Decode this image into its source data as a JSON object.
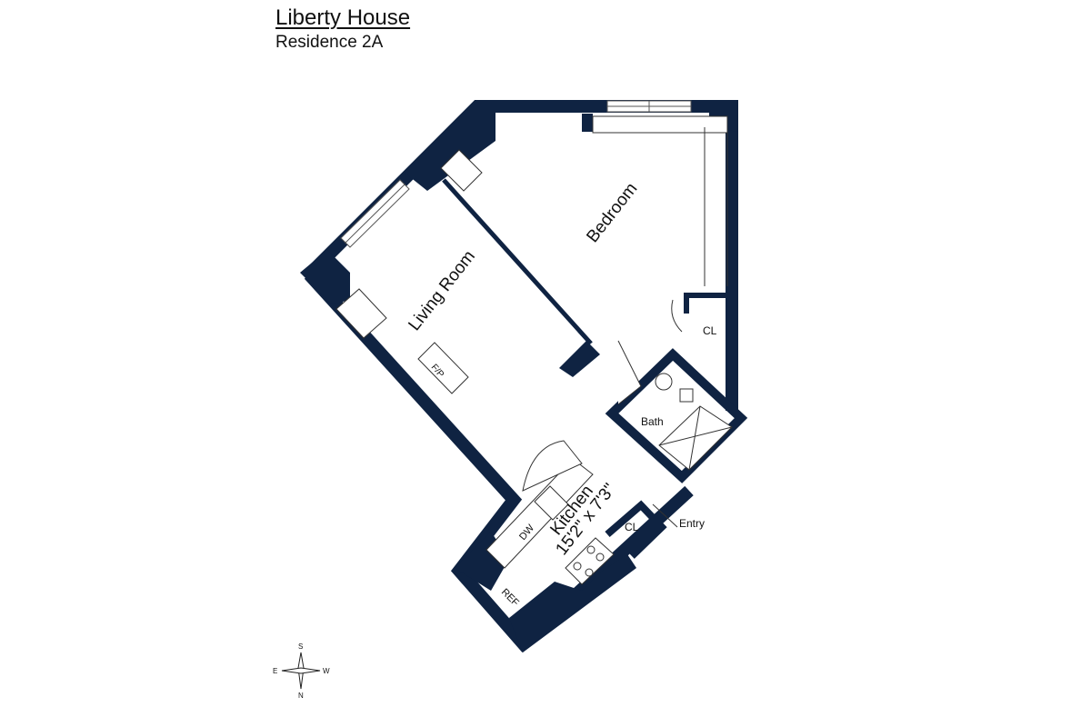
{
  "header": {
    "title": "Liberty House",
    "subtitle": "Residence 2A"
  },
  "rooms": {
    "living_room": "Living Room",
    "bedroom": "Bedroom",
    "kitchen": "Kitchen",
    "kitchen_dims": "15'2\" x 7'3\"",
    "bath": "Bath",
    "closet_bedroom": "CL",
    "closet_entry": "CL",
    "entry": "Entry"
  },
  "fixtures": {
    "dishwasher": "DW",
    "refrigerator": "REF",
    "fireplace": "F/P"
  },
  "compass": {
    "top": "S",
    "left": "E",
    "right": "W",
    "bottom": "N"
  },
  "colors": {
    "wall": "#0f2342",
    "text": "#111111"
  }
}
